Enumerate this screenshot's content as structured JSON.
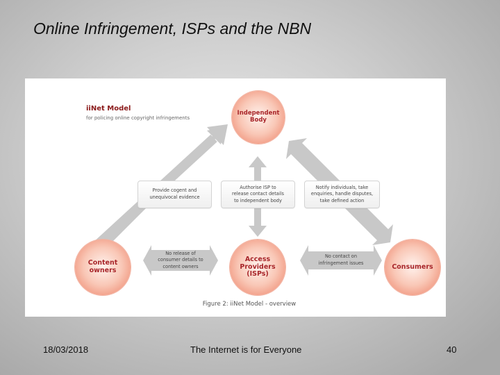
{
  "slide": {
    "title": "Online Infringement, ISPs and the NBN"
  },
  "figure": {
    "model_title": "iiNet Model",
    "model_subtitle": "for policing online copyright infringements",
    "caption": "Figure 2: iiNet Model - overview",
    "nodes": {
      "independent_body": "Independent\nBody",
      "content_owners": "Content\nowners",
      "access_providers": "Access\nProviders\n(ISPs)",
      "consumers": "Consumers"
    },
    "boxes": {
      "provide_evidence": "Provide cogent and\nunequivocal evidence",
      "authorise_isp": "Authorise ISP to\nrelease contact details\nto independent body",
      "notify_individuals": "Notify individuals, take\nenquiries, handle disputes,\ntake defined action"
    },
    "arrow_labels": {
      "no_release": "No release of\nconsumer details to\ncontent owners",
      "no_contact": "No contact on\ninfringement issues"
    },
    "colors": {
      "node_fill": "#f3a48e",
      "node_text": "#a8262a",
      "arrow": "#c8c8c8",
      "title_red": "#8b1a1a"
    }
  },
  "footer": {
    "date": "18/03/2018",
    "center_text": "The Internet is for Everyone",
    "page_number": "40"
  }
}
